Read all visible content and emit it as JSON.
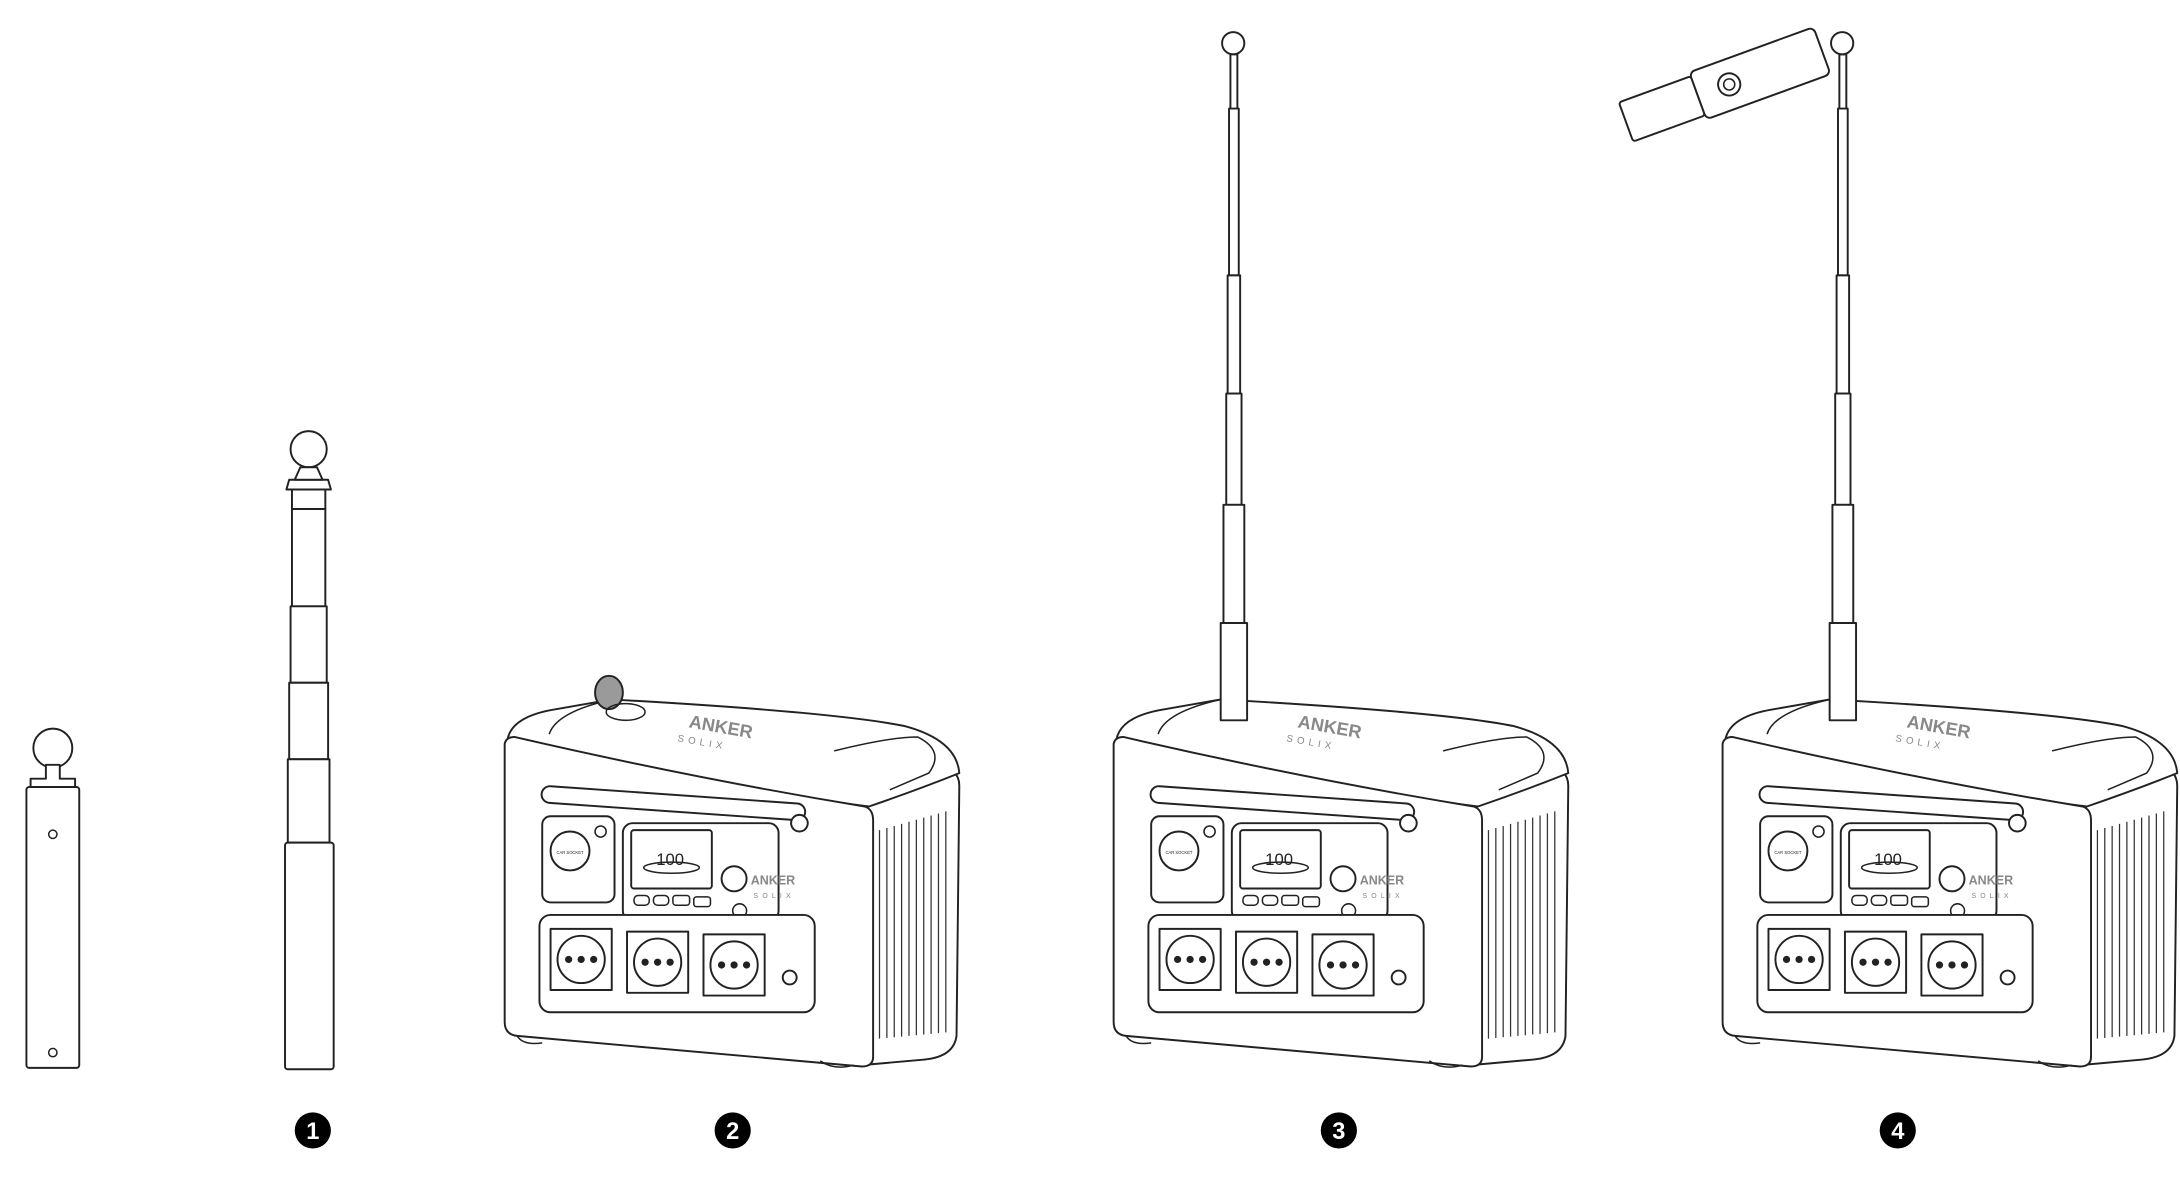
{
  "steps": [
    {
      "number": "1",
      "caption": ""
    },
    {
      "number": "2",
      "caption": ""
    },
    {
      "number": "3",
      "caption": ""
    },
    {
      "number": "4",
      "caption": ""
    }
  ],
  "device": {
    "brand": "ANKER",
    "sub_brand": "SOLIX",
    "display_value": "100",
    "car_socket_label": "CAR SOCKET"
  },
  "colors": {
    "line": "#222222",
    "cap_fill": "#9a9a9a",
    "step_badge": "#000000"
  }
}
